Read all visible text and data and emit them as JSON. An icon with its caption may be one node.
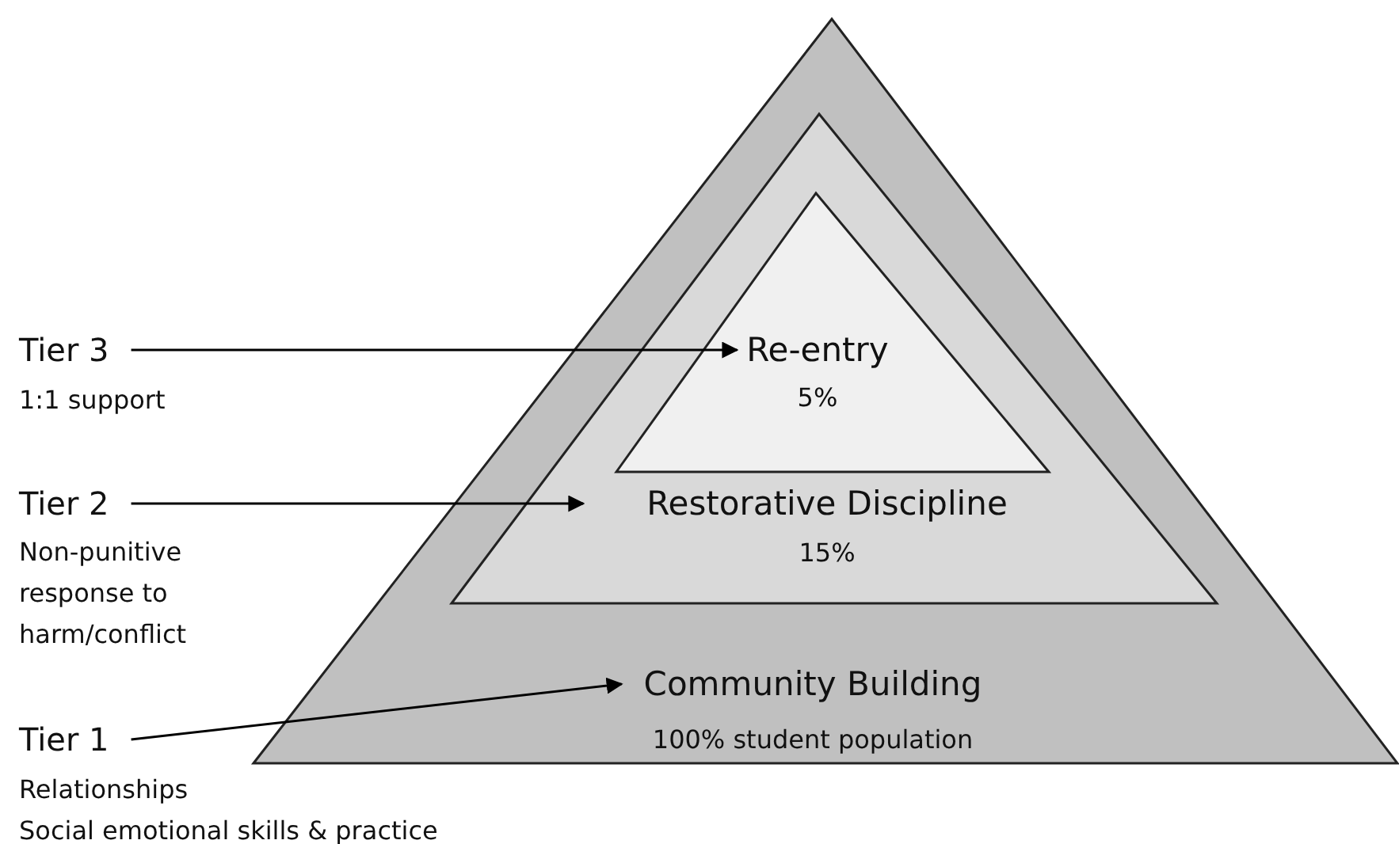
{
  "diagram": {
    "nodes": [
      {
        "text": [
          "Community Building",
          "100% student population"
        ]
      },
      {
        "text": [
          "Restorative Discipline",
          "15%"
        ],
        "in": 0
      },
      {
        "text": [
          "Re-entry",
          "5%"
        ],
        "in": 1
      },
      {
        "text": [
          "Tier 3",
          "1:1 support"
        ]
      },
      {
        "text": [
          "Tier 2",
          "Non-punitive response to harm/conflict"
        ]
      },
      {
        "text": [
          "Tier 1",
          "Relationships",
          "Social emotional skills & practice"
        ]
      }
    ],
    "edges": [
      {
        "from": 3,
        "to": 2,
        "arrow": "to"
      },
      {
        "from": 4,
        "to": 1,
        "arrow": "to"
      },
      {
        "from": 5,
        "to": 0,
        "arrow": "to"
      }
    ]
  }
}
